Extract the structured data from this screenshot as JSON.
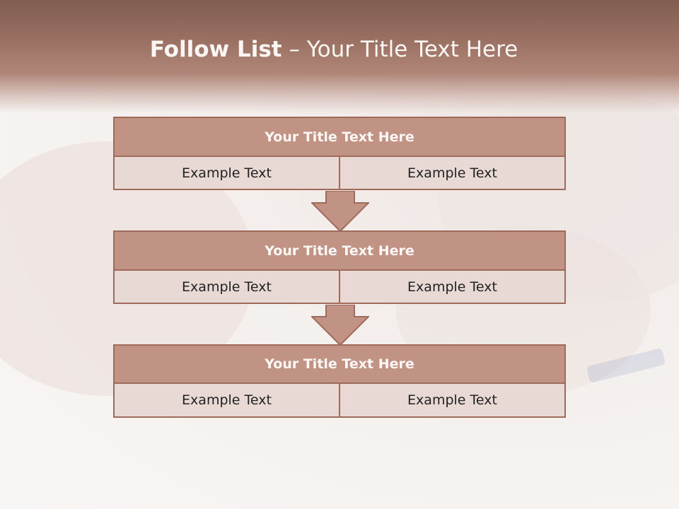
{
  "slide": {
    "title_bold": "Follow List",
    "title_rest": " – Your Title Text Here"
  },
  "blocks": [
    {
      "title": "Your Title Text Here",
      "left": "Example Text",
      "right": "Example Text"
    },
    {
      "title": "Your Title Text Here",
      "left": "Example Text",
      "right": "Example Text"
    },
    {
      "title": "Your Title Text Here",
      "left": "Example Text",
      "right": "Example Text"
    }
  ],
  "colors": {
    "header": "#9a7062",
    "title_bar": "#c09384",
    "cell_fill": "#e8d9d5",
    "border": "#a06a5a",
    "arrow": "#c09384"
  }
}
